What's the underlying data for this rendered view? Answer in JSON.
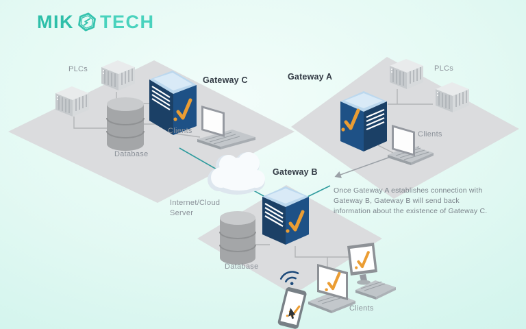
{
  "logo": {
    "text_left": "MIK",
    "text_right": "TECH"
  },
  "icons": {
    "logo": "hexagon-bolt-icon",
    "cloud": "cloud-icon",
    "wifi": "wifi-icon",
    "check": "orange-checkmark-icon"
  },
  "palette": {
    "background_teal": "#c6f0e5",
    "logo_teal": "#35c3ae",
    "server_navy_light": "#1e5186",
    "server_navy_dark": "#1b4066",
    "server_top_blue": "#bcd8ee",
    "check_orange": "#eb9d33",
    "line_teal": "#2e9b9d",
    "line_gray": "#b2b4b6",
    "platform_gray": "#dbdcde"
  },
  "clusters": {
    "gateway_c": {
      "title": "Gateway C",
      "plcs": "PLCs",
      "database": "Database",
      "clients": "Clients"
    },
    "gateway_a": {
      "title": "Gateway A",
      "plcs": "PLCs",
      "clients": "Clients"
    },
    "gateway_b": {
      "title": "Gateway B",
      "database": "Database",
      "clients": "Clients"
    }
  },
  "cloud": {
    "label_line1": "Internet/Cloud",
    "label_line2": "Server"
  },
  "annotation": {
    "line1": "Once Gateway A establishes connection with",
    "line2": "Gateway B, Gateway B will send back",
    "line3": "information about the existence of Gateway C."
  }
}
